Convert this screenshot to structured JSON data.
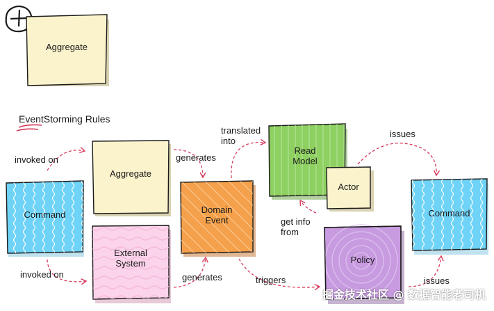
{
  "colors": {
    "aggregate": "#fbf3cc",
    "command": "#6fd3f7",
    "domain_event": "#f5a04a",
    "read_model": "#8ed061",
    "actor": "#fbf3cc",
    "policy": "#c89ae0",
    "external_system": "#fbd3ea",
    "arrow": "#d63b5c",
    "ink": "#1a1a1a"
  },
  "header": {
    "plus_icon": "plus-circle-icon",
    "legend_label": "Aggregate"
  },
  "rules": {
    "title": "EventStorming Rules"
  },
  "notes": {
    "command_left": "Command",
    "aggregate": "Aggregate",
    "external_system": "External\nSystem",
    "domain_event": "Domain\nEvent",
    "read_model": "Read\nModel",
    "actor": "Actor",
    "policy": "Policy",
    "command_right": "Command"
  },
  "edges": {
    "invoked_on_top": "invoked on",
    "invoked_on_bottom": "invoked on",
    "generates_top": "generates",
    "generates_bottom": "generates",
    "translated_into": "translated\ninto",
    "get_info_from": "get info\nfrom",
    "triggers": "triggers",
    "issues_top": "issues",
    "issues_bottom": "issues"
  },
  "watermark": "掘金技术社区 @ 数据智能老司机"
}
